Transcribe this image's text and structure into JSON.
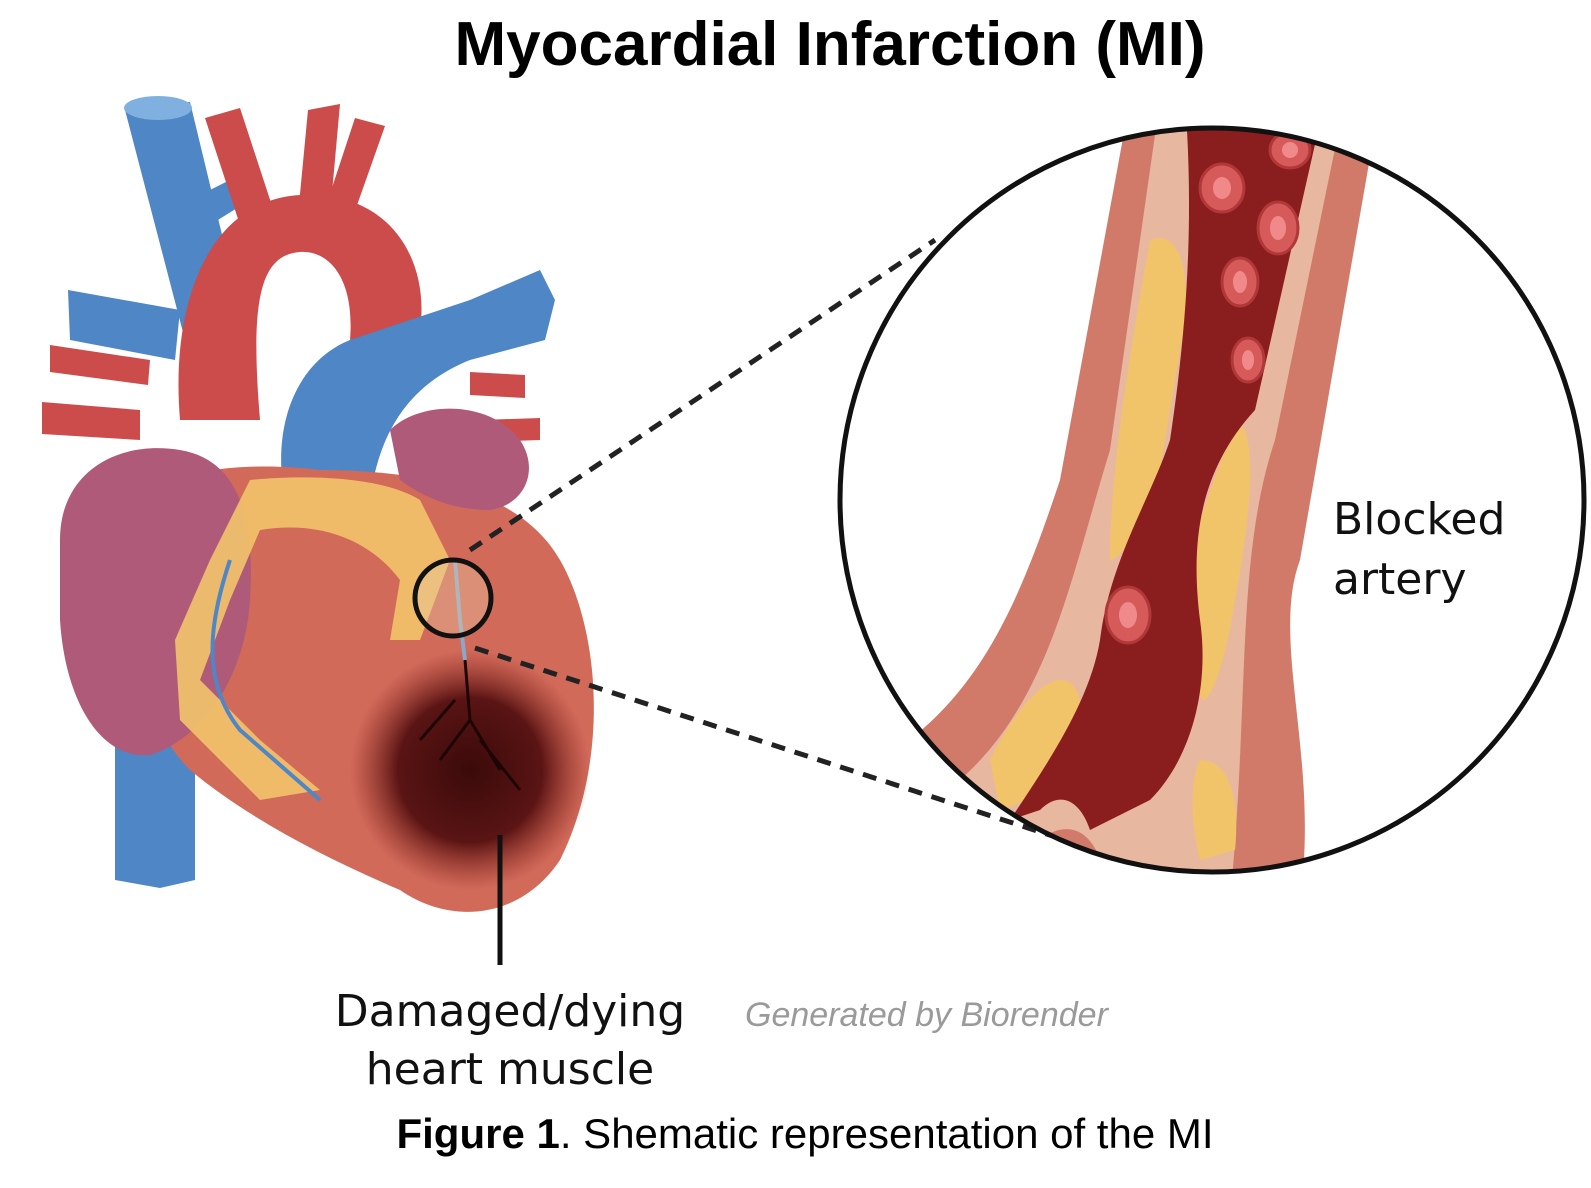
{
  "title": "Myocardial Infarction (MI)",
  "labels": {
    "blocked_line1": "Blocked",
    "blocked_line2": "artery",
    "damaged_line1": "Damaged/dying",
    "damaged_line2": "heart muscle"
  },
  "credit": "Generated by Biorender",
  "caption": {
    "figure_label": "Figure 1",
    "text": ". Shematic representation of the MI"
  },
  "colors": {
    "vein_blue": "#4f86c6",
    "artery_red": "#cc4b4b",
    "heart_muscle": "#d26a5a",
    "atrium_purple": "#b05a7a",
    "fat_yellow": "#f2c46a",
    "necrosis_dark": "#4a0f0f",
    "blood_dark": "#8a1d1d"
  }
}
